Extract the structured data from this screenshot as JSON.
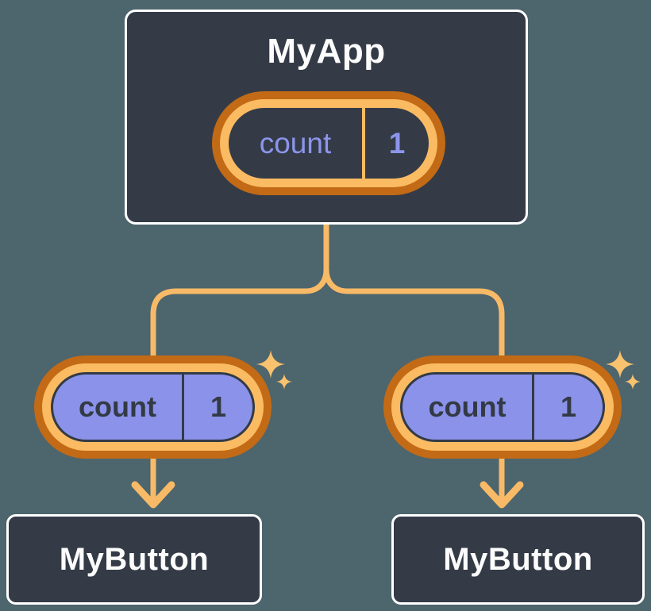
{
  "root": {
    "title": "MyApp",
    "state": {
      "name": "count",
      "value": "1"
    }
  },
  "children": [
    {
      "title": "MyButton",
      "prop": {
        "name": "count",
        "value": "1"
      }
    },
    {
      "title": "MyButton",
      "prop": {
        "name": "count",
        "value": "1"
      }
    }
  ],
  "icons": {
    "sparkle": "sparkle-icon",
    "arrow": "arrow-down-icon"
  },
  "colors": {
    "background": "#4D656D",
    "node_fill": "#343B47",
    "node_border": "#FFFFFF",
    "orange_dark": "#C26A15",
    "orange_light": "#FABB62",
    "connector": "#F8BA66",
    "pill_purple": "#8B92E9",
    "purple_text": "#8C95EB",
    "dark_text": "#333A46",
    "sparkle": "#F9C26E"
  }
}
